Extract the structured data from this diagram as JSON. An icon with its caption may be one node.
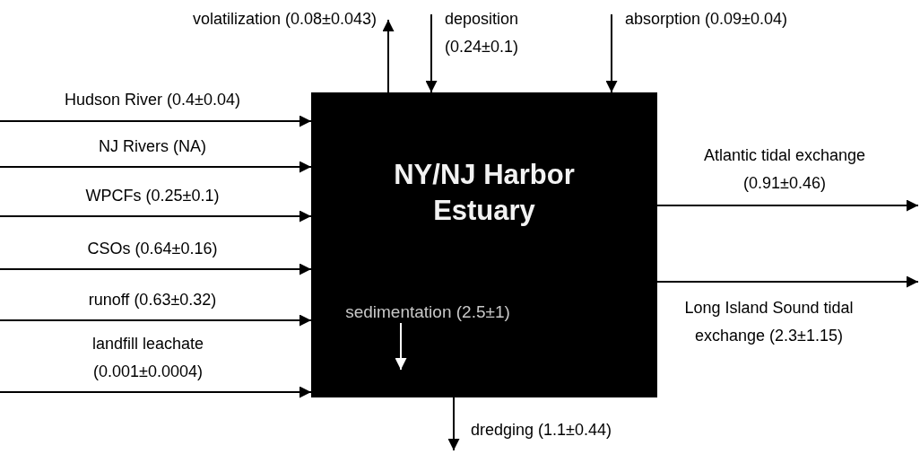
{
  "diagram": {
    "nodes": [
      {
        "text": [
          "NY/NJ Harbor Estuary"
        ]
      },
      {
        "text": [
          "sedimentation (2.5±1)"
        ],
        "in": 0
      }
    ],
    "edges": [
      {
        "from": 0,
        "to": null,
        "arrow": "to",
        "label": "volatilization (0.08±0.043)"
      },
      {
        "from": null,
        "to": 0,
        "arrow": "to",
        "label": "deposition (0.24±0.1)"
      },
      {
        "from": null,
        "to": 0,
        "arrow": "to",
        "label": "absorption (0.09±0.04)"
      },
      {
        "from": null,
        "to": 0,
        "arrow": "to",
        "label": "Hudson River (0.4±0.04)"
      },
      {
        "from": null,
        "to": 0,
        "arrow": "to",
        "label": "NJ Rivers (NA)"
      },
      {
        "from": null,
        "to": 0,
        "arrow": "to",
        "label": "WPCFs (0.25±0.1)"
      },
      {
        "from": null,
        "to": 0,
        "arrow": "to",
        "label": "CSOs (0.64±0.16)"
      },
      {
        "from": null,
        "to": 0,
        "arrow": "to",
        "label": "runoff (0.63±0.32)"
      },
      {
        "from": null,
        "to": 0,
        "arrow": "to",
        "label": "landfill leachate (0.001±0.0004)"
      },
      {
        "from": 0,
        "to": null,
        "arrow": "to",
        "label": "Atlantic tidal exchange (0.91±0.46)"
      },
      {
        "from": 0,
        "to": null,
        "arrow": "to",
        "label": "Long Island Sound tidal exchange (2.3±1.15)"
      },
      {
        "from": 0,
        "to": null,
        "arrow": "to",
        "label": "dredging (1.1±0.44)"
      },
      {
        "from": 1,
        "to": null,
        "arrow": "to",
        "color": "#ffffff"
      }
    ]
  }
}
